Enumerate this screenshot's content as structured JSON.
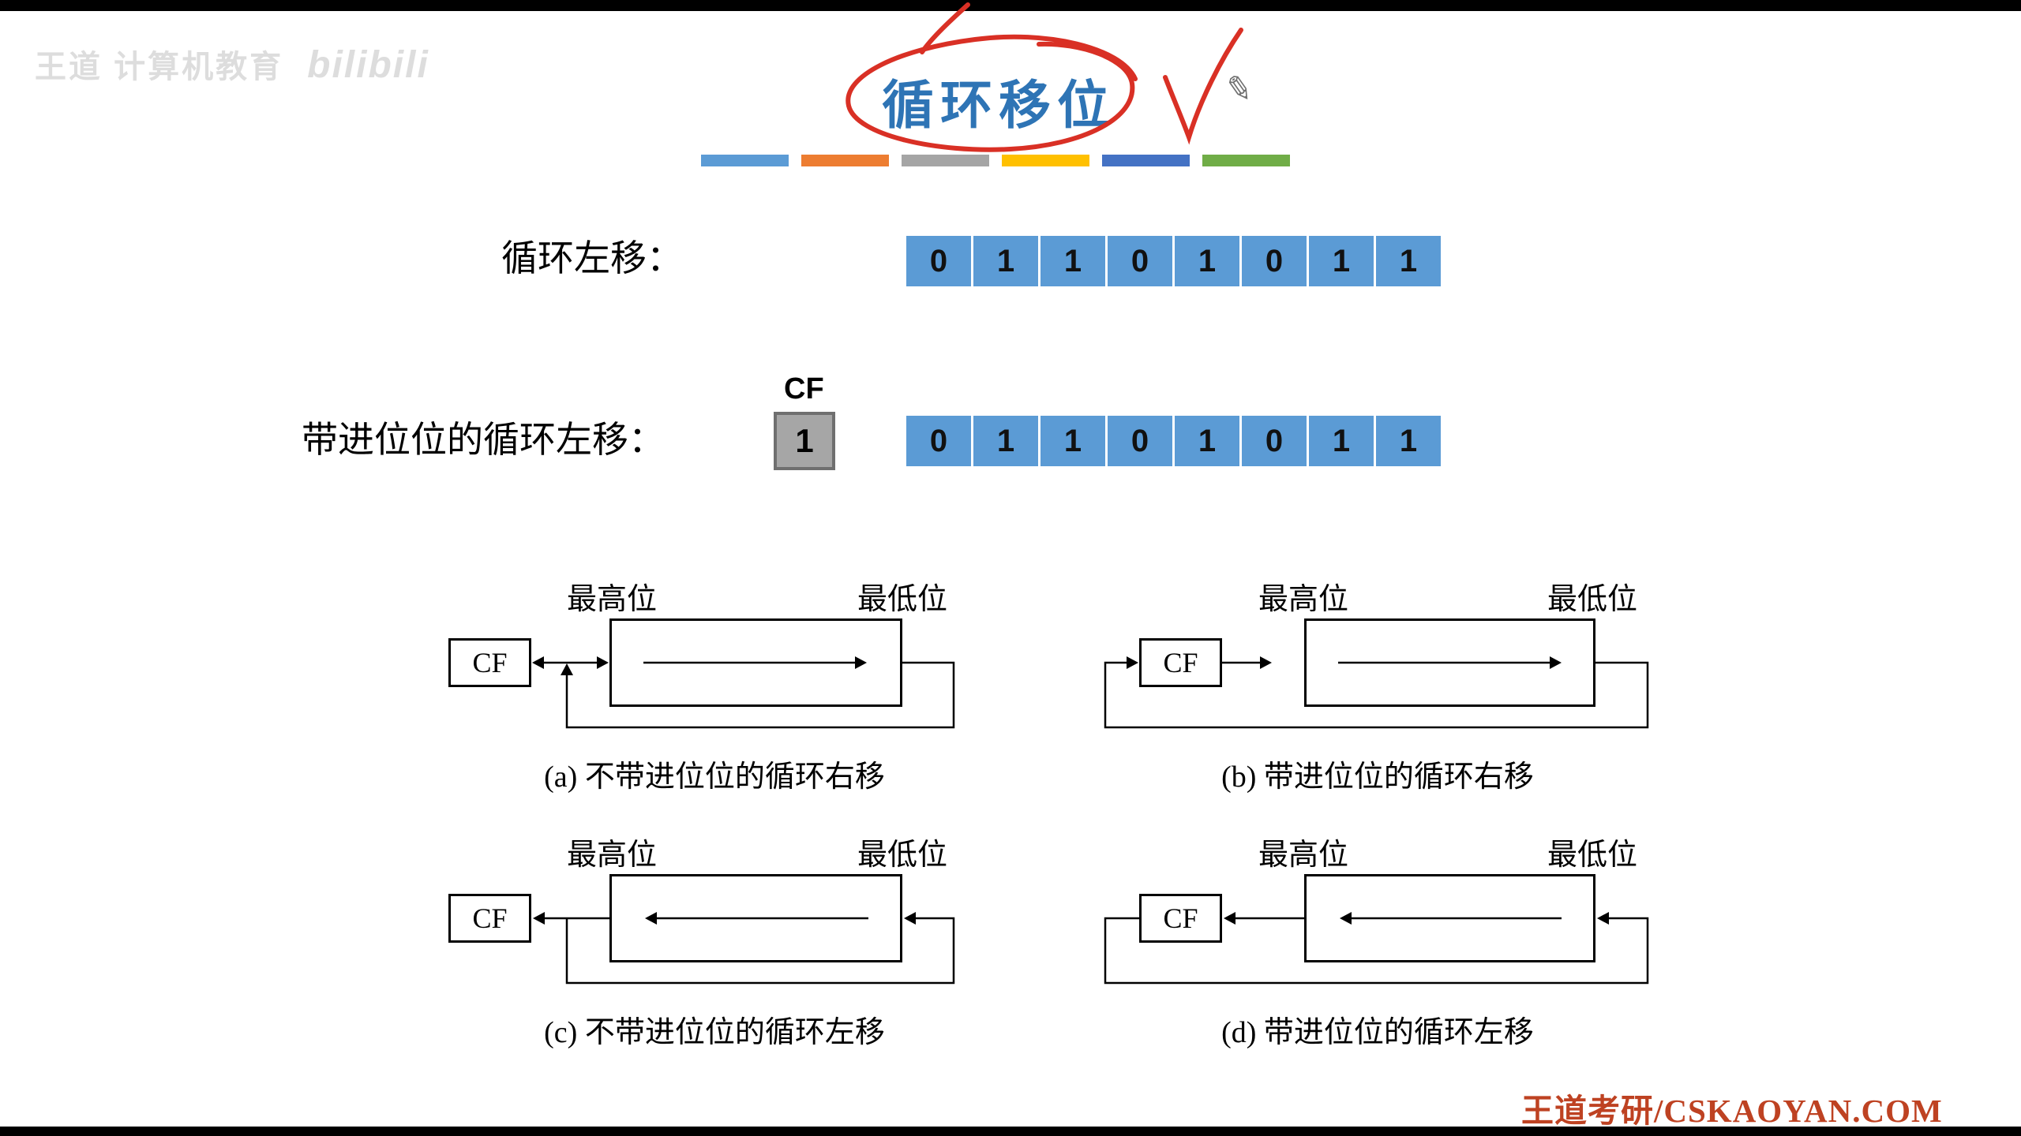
{
  "meta": {
    "watermark_brand": "王道 计算机教育",
    "watermark_logo": "bilibili",
    "footer": "王道考研/CSKAOYAN.COM"
  },
  "title": {
    "text": "循环移位"
  },
  "divider": {
    "colors": [
      "#5B9BD5",
      "#ED7D31",
      "#A5A5A5",
      "#FFC000",
      "#4472C4",
      "#70AD47"
    ]
  },
  "examples": [
    {
      "label": "循环左移：",
      "bits": [
        "0",
        "1",
        "1",
        "0",
        "1",
        "0",
        "1",
        "1"
      ]
    },
    {
      "label": "带进位位的循环左移：",
      "cf_label": "CF",
      "cf_value": "1",
      "bits": [
        "0",
        "1",
        "1",
        "0",
        "1",
        "0",
        "1",
        "1"
      ]
    }
  ],
  "diagrams": [
    {
      "high_label": "最高位",
      "low_label": "最低位",
      "cf_label": "CF",
      "caption": "(a) 不带进位位的循环右移"
    },
    {
      "high_label": "最高位",
      "low_label": "最低位",
      "cf_label": "CF",
      "caption": "(b) 带进位位的循环右移"
    },
    {
      "high_label": "最高位",
      "low_label": "最低位",
      "cf_label": "CF",
      "caption": "(c) 不带进位位的循环左移"
    },
    {
      "high_label": "最高位",
      "low_label": "最低位",
      "cf_label": "CF",
      "caption": "(d) 带进位位的循环左移"
    }
  ],
  "icons": {
    "pencil_cursor": "✎"
  },
  "colors": {
    "bit_cell": "#5B9BD5",
    "bit_text": "#111111",
    "cf_fill": "#A6A6A6",
    "title": "#2E74B5",
    "footer": "#BE4222",
    "annotation": "#D93025"
  }
}
